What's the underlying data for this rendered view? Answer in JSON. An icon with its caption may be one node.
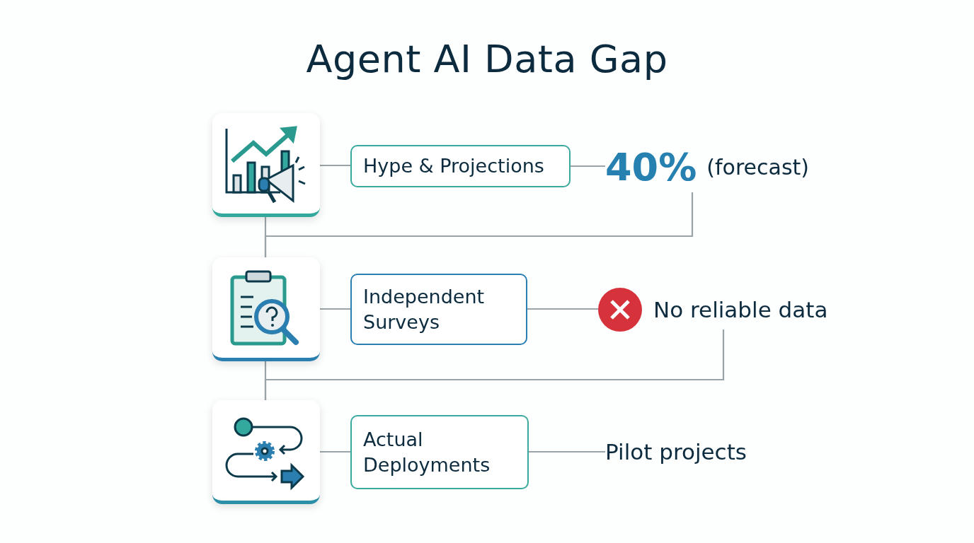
{
  "diagram": {
    "title": "Agent AI Data Gap",
    "nodes": [
      {
        "text": [],
        "shape": "box"
      },
      {
        "text": [
          "Hype & Projections"
        ]
      },
      {
        "text": [
          "40%",
          "(forecast)"
        ]
      },
      {
        "text": [],
        "shape": "box"
      },
      {
        "text": [
          "Independent Surveys"
        ]
      },
      {
        "text": [
          "No reliable data"
        ]
      },
      {
        "text": [],
        "shape": "box"
      },
      {
        "text": [
          "Actual Deployments"
        ]
      },
      {
        "text": [
          "Pilot projects"
        ]
      }
    ],
    "edges": [
      {
        "from": 0,
        "to": 1,
        "arrow": "none"
      },
      {
        "from": 1,
        "to": 2,
        "arrow": "none"
      },
      {
        "from": 0,
        "to": 3,
        "arrow": "none"
      },
      {
        "from": 2,
        "to": 3,
        "arrow": "none"
      },
      {
        "from": 3,
        "to": 4,
        "arrow": "none"
      },
      {
        "from": 4,
        "to": 5,
        "arrow": "none"
      },
      {
        "from": 3,
        "to": 6,
        "arrow": "none"
      },
      {
        "from": 5,
        "to": 6,
        "arrow": "none"
      },
      {
        "from": 6,
        "to": 7,
        "arrow": "none"
      },
      {
        "from": 7,
        "to": 8,
        "arrow": "none"
      }
    ]
  }
}
